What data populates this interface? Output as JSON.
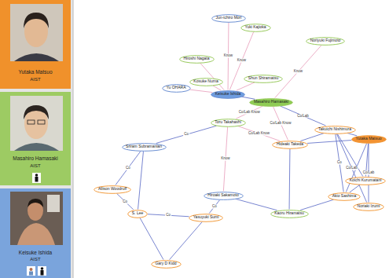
{
  "diagram": {
    "nodes": [
      {
        "text": [
          "Yutaka Matsuo",
          "AIST"
        ]
      },
      {
        "text": [
          "Masahiro Hamasaki",
          "AIST"
        ]
      },
      {
        "text": [
          "Keisuke Ishida",
          "AIST"
        ]
      },
      {
        "text": [
          "Jun-ichiro Mori"
        ]
      },
      {
        "text": [
          "Yuki Kajioka"
        ]
      },
      {
        "text": [
          "Noriyuki Fujimoto"
        ]
      },
      {
        "text": [
          "Hiroshi Nagata"
        ]
      },
      {
        "text": [
          "Yu OHARA"
        ]
      },
      {
        "text": [
          "Kosuke Numa"
        ]
      },
      {
        "text": [
          "Shun Shiramatsu"
        ]
      },
      {
        "text": [
          "Keisuke Ishida"
        ]
      },
      {
        "text": [
          "Masahiro Hamasaki"
        ]
      },
      {
        "text": [
          "Toru Takahashi"
        ]
      },
      {
        "text": [
          "Takuichi Nishimura"
        ]
      },
      {
        "text": [
          "Yutaka Matsuo"
        ]
      },
      {
        "text": [
          "Hideaki Takeda"
        ]
      },
      {
        "text": [
          "Sriram Subramanian"
        ]
      },
      {
        "text": [
          "Koichi Kurumatani"
        ]
      },
      {
        "text": [
          "Allison Woodruff"
        ]
      },
      {
        "text": [
          "Hiroaki Sakamoto"
        ]
      },
      {
        "text": [
          "Akio Sashima"
        ]
      },
      {
        "text": [
          "Noriaki Izumi"
        ]
      },
      {
        "text": [
          "S. Lee"
        ]
      },
      {
        "text": [
          "Kaoru Hiramatsu"
        ]
      },
      {
        "text": [
          "Yasuyuki Sumi"
        ]
      },
      {
        "text": [
          "Gary D Kidd"
        ]
      }
    ],
    "edges": [
      {
        "from": 10,
        "to": 3,
        "arrow": "none",
        "label": "Know"
      },
      {
        "from": 10,
        "to": 4,
        "arrow": "none",
        "label": "Know"
      },
      {
        "from": 11,
        "to": 5,
        "arrow": "none",
        "label": "Know"
      },
      {
        "from": 10,
        "to": 6,
        "arrow": "none"
      },
      {
        "from": 10,
        "to": 7,
        "arrow": "none"
      },
      {
        "from": 10,
        "to": 8,
        "arrow": "none"
      },
      {
        "from": 10,
        "to": 9,
        "arrow": "none"
      },
      {
        "from": 10,
        "to": 11,
        "arrow": "none"
      },
      {
        "from": 11,
        "to": 12,
        "arrow": "none",
        "label": "Co/Lab Know"
      },
      {
        "from": 12,
        "to": 16,
        "arrow": "none",
        "label": "Co"
      },
      {
        "from": 16,
        "to": 18,
        "arrow": "none",
        "label": "Co"
      },
      {
        "from": 16,
        "to": 22,
        "arrow": "none"
      },
      {
        "from": 18,
        "to": 22,
        "arrow": "none",
        "label": "Co"
      },
      {
        "from": 22,
        "to": 24,
        "arrow": "none",
        "label": "Co"
      },
      {
        "from": 22,
        "to": 25,
        "arrow": "none"
      },
      {
        "from": 24,
        "to": 25,
        "arrow": "none"
      },
      {
        "from": 24,
        "to": 19,
        "arrow": "none",
        "label": "Co"
      },
      {
        "from": 12,
        "to": 19,
        "arrow": "none",
        "label": "Know"
      },
      {
        "from": 12,
        "to": 15,
        "arrow": "none",
        "label": "Co/Lab Know"
      },
      {
        "from": 11,
        "to": 15,
        "arrow": "none",
        "label": "Co/Lab Know"
      },
      {
        "from": 11,
        "to": 13,
        "arrow": "none",
        "label": "Co/Lab"
      },
      {
        "from": 19,
        "to": 23,
        "arrow": "none"
      },
      {
        "from": 15,
        "to": 23,
        "arrow": "none"
      },
      {
        "from": 15,
        "to": 13,
        "arrow": "none"
      },
      {
        "from": 13,
        "to": 14,
        "arrow": "none"
      },
      {
        "from": 15,
        "to": 14,
        "arrow": "none"
      },
      {
        "from": 23,
        "to": 20,
        "arrow": "none"
      },
      {
        "from": 13,
        "to": 20,
        "arrow": "none",
        "label": "Co"
      },
      {
        "from": 13,
        "to": 17,
        "arrow": "none"
      },
      {
        "from": 13,
        "to": 21,
        "arrow": "none",
        "label": "Co/Lab"
      },
      {
        "from": 14,
        "to": 17,
        "arrow": "none"
      },
      {
        "from": 14,
        "to": 21,
        "arrow": "none",
        "label": "Co/Lab"
      },
      {
        "from": 14,
        "to": 20,
        "arrow": "none"
      },
      {
        "from": 20,
        "to": 17,
        "arrow": "none"
      }
    ]
  }
}
